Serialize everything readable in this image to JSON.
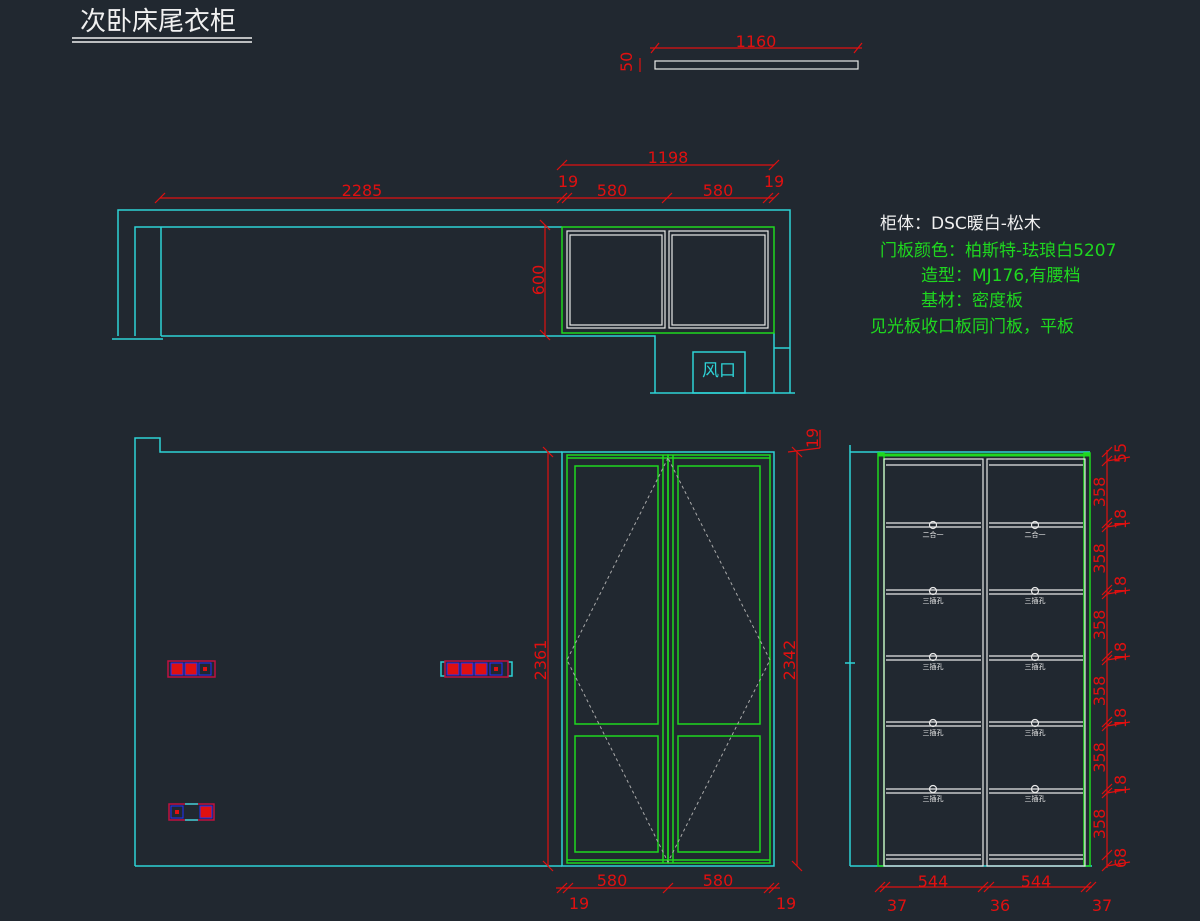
{
  "title": "次卧床尾衣柜",
  "notes": {
    "cabinet_body": "柜体：DSC暖白-松木",
    "door_color": "门板颜色：柏斯特-珐琅白5207",
    "style": "造型：MJ176,有腰档",
    "base_material": "基材：密度板",
    "trim": "见光板收口板同门板，平板"
  },
  "top_panel": {
    "width": "1160",
    "thickness": "50"
  },
  "plan": {
    "dims": {
      "left_span": "2285",
      "total": "1198",
      "side_l": "19",
      "door_l": "580",
      "door_r": "580",
      "side_r": "19",
      "depth": "600"
    },
    "vent_label": "风口"
  },
  "front_elevation": {
    "dims": {
      "height_left": "2361",
      "height_right": "2342",
      "top": "19",
      "door_l": "580",
      "door_r": "580",
      "side_l": "19",
      "side_r": "19"
    }
  },
  "section": {
    "vertical_dims": [
      "55",
      "358",
      "18",
      "358",
      "18",
      "358",
      "18",
      "358",
      "18",
      "358",
      "18",
      "358",
      "68"
    ],
    "horizontal_dims": {
      "col_l": "544",
      "col_r": "544",
      "side_l": "37",
      "mid": "36",
      "side_r": "37"
    },
    "knob_labels": [
      "二合一",
      "三插孔",
      "三插孔",
      "三插孔",
      "三插孔"
    ]
  },
  "colors": {
    "wall": "#2ed3d6",
    "door": "#1fd81f",
    "dimension": "#e01010",
    "background": "#212830"
  }
}
